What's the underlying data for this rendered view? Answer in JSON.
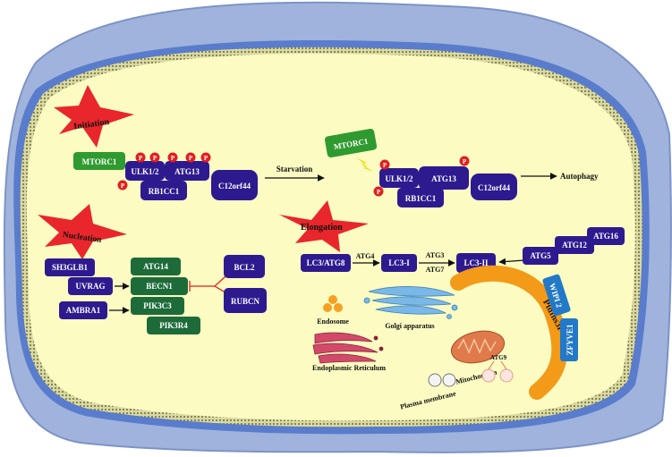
{
  "colors": {
    "cell_outer": "#9fb3dc",
    "cell_outer_edge": "#7d93c6",
    "membrane_band": "#5a7ccc",
    "cytoplasm": "#fbfbc2",
    "blue_box": "#2e1a8f",
    "green_box": "#1e6b3a",
    "bright_green_box": "#2f9a2f",
    "red_star": "#e8262b",
    "orange_curve": "#f39a18",
    "phospho": "#e02020"
  },
  "stages": {
    "initiation": "Initiation",
    "nucleation": "Nucleation",
    "elongation": "Elongation"
  },
  "initiation": {
    "mtorc1": "MTORC1",
    "ulk": "ULK1/2",
    "atg13": "ATG13",
    "rb1cc1": "RB1CC1",
    "c12orf44": "C12orf44",
    "starvation": "Starvation",
    "mtorc1_inactive": "MTORC1",
    "ulk_b": "ULK1/2",
    "atg13_b": "ATG13",
    "rb1cc1_b": "RB1CC1",
    "c12orf44_b": "C12orf44",
    "autophagy": "Autophagy",
    "phospho": "P"
  },
  "nucleation": {
    "sh3glb1": "SH3GLB1",
    "uvrag": "UVRAG",
    "ambra1": "AMBRA1",
    "atg14": "ATG14",
    "becn1": "BECN1",
    "pik3c3": "PIK3C3",
    "pik3r4": "PIK3R4",
    "bcl2": "BCL2",
    "rubcn": "RUBCN"
  },
  "elongation": {
    "lc3_atg8": "LC3/ATG8",
    "atg4": "ATG4",
    "lc3_i": "LC3-I",
    "atg3": "ATG3",
    "atg7": "ATG7",
    "lc3_ii": "LC3-II",
    "atg5": "ATG5",
    "atg12": "ATG12",
    "atg16": "ATG16",
    "wipi2": "WIPI 2",
    "zfyve1": "ZFYVE1",
    "ptdins3p": "PtdIns3P"
  },
  "organelles": {
    "endosome": "Endosome",
    "golgi": "Golgi apparatus",
    "er": "Endoplasmic Reticulum",
    "mitochondria": "Mitochondria",
    "plasma_membrane": "Plasma membrane",
    "atg9": "ATG9"
  }
}
